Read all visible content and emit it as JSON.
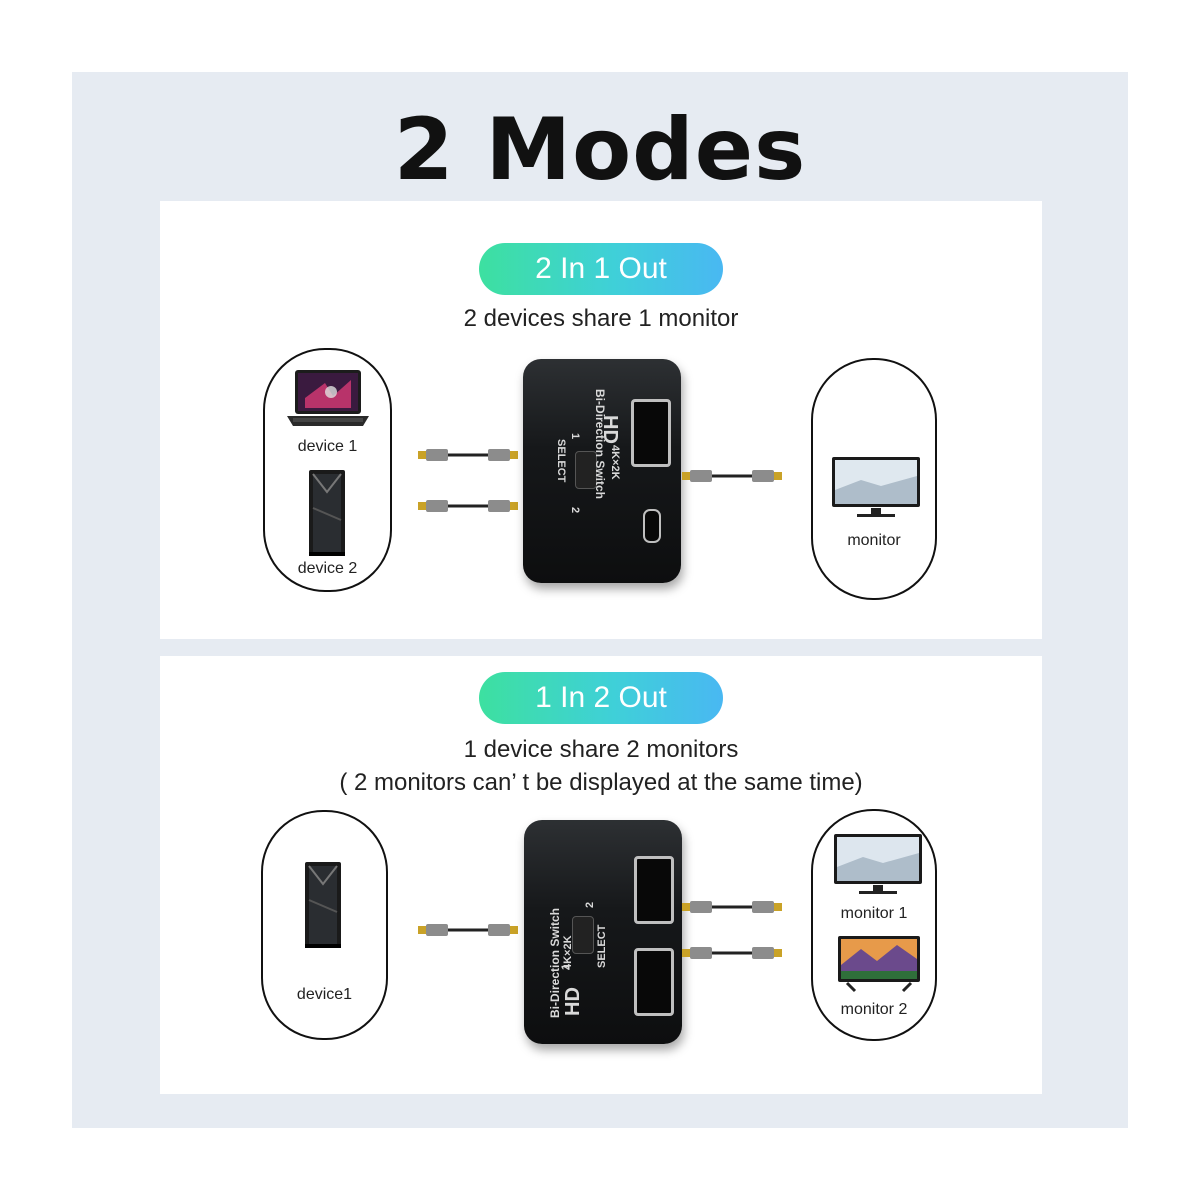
{
  "title": "2 Modes",
  "modes": [
    {
      "pill": "2 In 1 Out",
      "subtitle": "2 devices share 1 monitor",
      "left_labels": [
        "device 1",
        "device 2"
      ],
      "right_labels": [
        "monitor"
      ]
    },
    {
      "pill": "1 In 2 Out",
      "subtitle": "1 device share 2 monitors",
      "subtitle_note": "( 2 monitors can’ t be displayed at the same time)",
      "left_labels": [
        "device1"
      ],
      "right_labels": [
        "monitor 1",
        "monitor 2"
      ]
    }
  ],
  "switch": {
    "brand": "HD",
    "resolution": "4K×2K",
    "name": "Bi-Direction Switch",
    "select_label": "SELECT",
    "pos_1": "1",
    "pos_2": "2"
  },
  "icons": [
    "laptop-icon",
    "pc-tower-icon",
    "monitor-icon",
    "hdmi-cable-icon",
    "hdmi-switch-icon"
  ],
  "colors": {
    "pill_start": "#3de0a0",
    "pill_end": "#49b8f2",
    "panel": "#e6ebf2"
  }
}
